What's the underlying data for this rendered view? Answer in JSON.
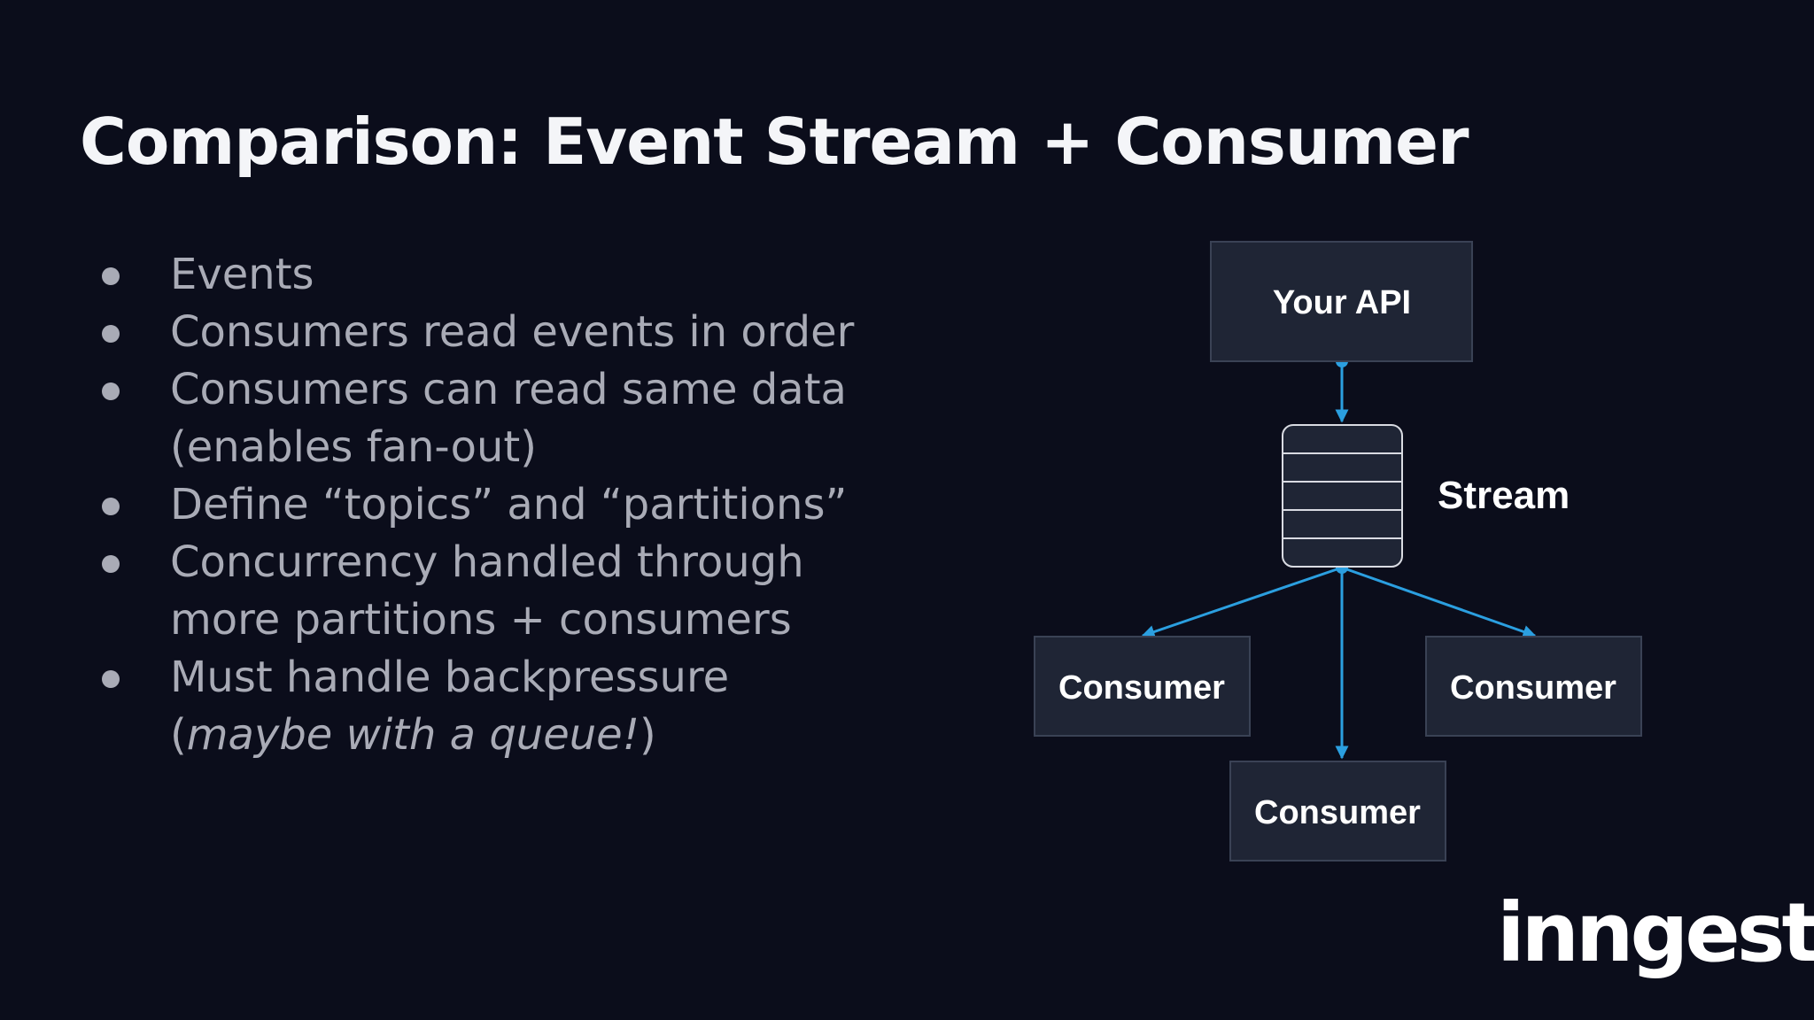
{
  "slide": {
    "title": "Comparison: Event Stream + Consumer",
    "bullets": [
      {
        "lines": [
          "Events"
        ]
      },
      {
        "lines": [
          "Consumers read events in order"
        ]
      },
      {
        "lines": [
          "Consumers can read same data",
          "(enables fan-out)"
        ]
      },
      {
        "lines": [
          "Define “topics” and “partitions”"
        ]
      },
      {
        "lines": [
          "Concurrency handled through",
          "more partitions + consumers"
        ]
      },
      {
        "lines": [
          "Must handle backpressure"
        ],
        "emph_line": {
          "open": "(",
          "emphasis": "maybe with a queue!",
          "close": ")"
        }
      }
    ]
  },
  "diagram": {
    "api_label": "Your API",
    "stream_label": "Stream",
    "consumer_left_label": "Consumer",
    "consumer_center_label": "Consumer",
    "consumer_right_label": "Consumer",
    "colors": {
      "box_fill": "#1f2535",
      "box_stroke": "#3a4255",
      "arrow": "#2b9fe0"
    }
  },
  "brand": {
    "logo_text": "inngest"
  }
}
